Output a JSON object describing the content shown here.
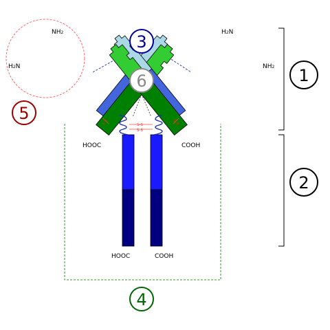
{
  "labels": {
    "c1": "1",
    "c2": "2",
    "c3": "3",
    "c4": "4",
    "c5": "5",
    "c6": "6"
  },
  "termini": {
    "nh2_main": "NH",
    "nh2_sub": "2",
    "h2n_main_h": "H",
    "h2n_sub": "2",
    "h2n_main_n": "N",
    "hooc": "HOOC",
    "cooh": "COOH"
  },
  "disulfide": "S–S",
  "colors": {
    "light_variable": "#aad8e6",
    "light_constant_blue": "#4466dd",
    "heavy_variable": "#33cc33",
    "heavy_constant_green": "#008000",
    "heavy_fc_upper": "#1a1aff",
    "heavy_fc_lower": "#000080",
    "hinge": "#2233aa",
    "label_3": "#000099",
    "label_4": "#006600",
    "label_5": "#990000",
    "label_6": "#888888"
  }
}
